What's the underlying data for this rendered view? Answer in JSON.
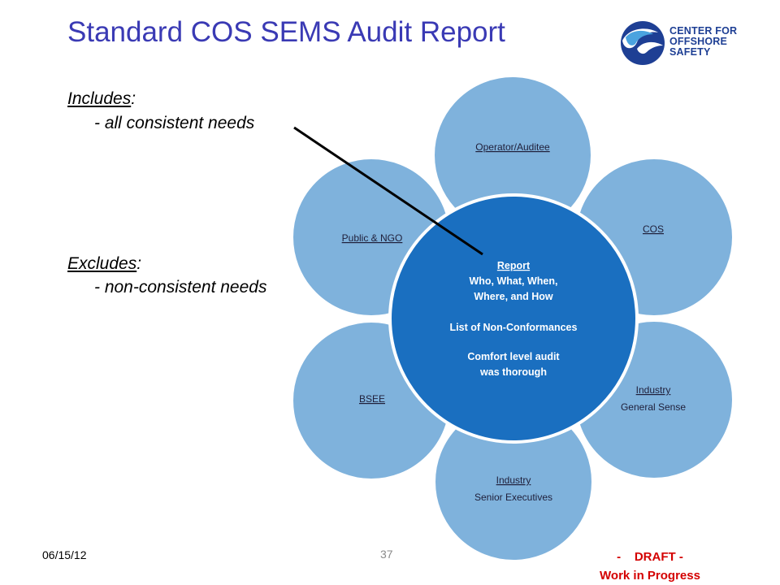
{
  "title": "Standard COS SEMS Audit Report",
  "logo": {
    "line1": "CENTER FOR",
    "line2": "OFFSHORE",
    "line3": "SAFETY",
    "colors": {
      "dark": "#1e3f94",
      "light": "#4aa3df"
    }
  },
  "includes": {
    "heading": "Includes",
    "colon": ":",
    "item": "- all consistent needs"
  },
  "excludes": {
    "heading": "Excludes",
    "colon": ":",
    "item": "- non-consistent needs"
  },
  "diagram": {
    "colors": {
      "outer": "#7fb2dc",
      "center": "#1a6fc0",
      "text": "#1f1f3a"
    },
    "center": {
      "title": "Report",
      "lines": [
        "Who, What, When,",
        "Where, and How",
        "",
        "List of Non-Conformances",
        "",
        "Comfort level audit",
        "was thorough"
      ]
    },
    "nodes": {
      "operator": {
        "line1": "Operator/Auditee"
      },
      "cos": {
        "line1": "COS"
      },
      "industry_general": {
        "line1": "Industry",
        "line2": "General Sense"
      },
      "industry_senior": {
        "line1": "Industry",
        "line2": "Senior Executives"
      },
      "bsee": {
        "line1": "BSEE"
      },
      "public": {
        "line1": "Public & NGO"
      }
    }
  },
  "footer": {
    "date": "06/15/12",
    "page": "37",
    "draft_line1": "-    DRAFT -",
    "draft_line2": "Work in Progress"
  }
}
